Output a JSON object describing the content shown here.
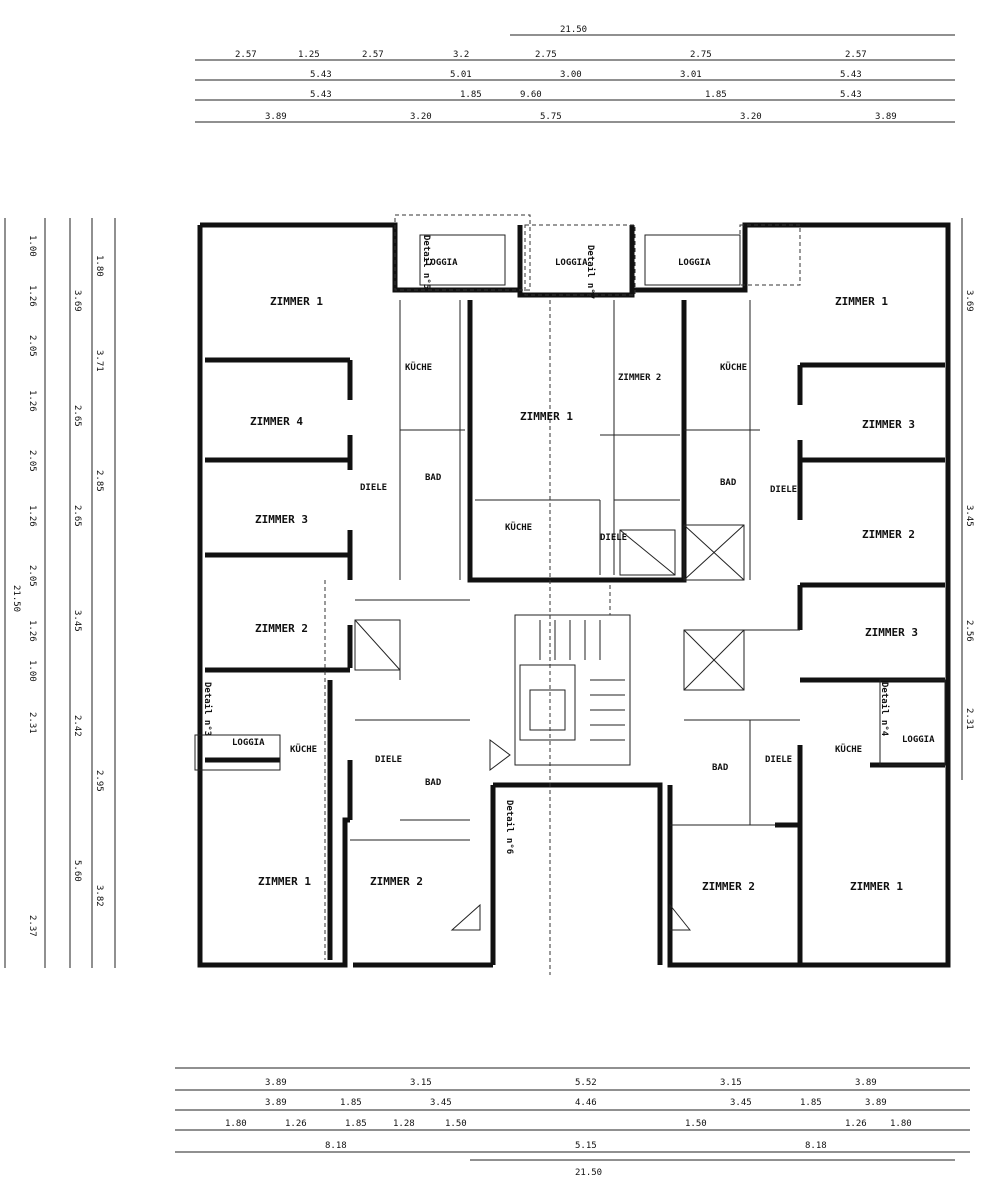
{
  "rooms": {
    "tl_zimmer1": "ZIMMER 1",
    "tl_zimmer4": "ZIMMER 4",
    "tl_zimmer3": "ZIMMER 3",
    "tl_zimmer2": "ZIMMER 2",
    "tl_loggia": "LOGGIA",
    "tl_kuche": "KÜCHE",
    "tl_bad": "BAD",
    "tl_diele": "DIELE",
    "bl_zimmer1": "ZIMMER 1",
    "bl_zimmer2": "ZIMMER 2",
    "bl_loggia": "LOGGIA",
    "bl_kuche": "KÜCHE",
    "bl_diele": "DIELE",
    "bl_bad": "BAD",
    "tc_loggia": "LOGGIA",
    "tc_zimmer1": "ZIMMER 1",
    "tc_zimmer2": "ZIMMER 2",
    "tc_kuche": "KÜCHE",
    "tc_diele": "DIELE",
    "tr_loggia": "LOGGIA",
    "tr_zimmer1": "ZIMMER 1",
    "tr_zimmer3": "ZIMMER 3",
    "tr_zimmer2": "ZIMMER 2",
    "tr_kuche": "KÜCHE",
    "tr_bad": "BAD",
    "tr_diele": "DIELE",
    "br_zimmer3": "ZIMMER 3",
    "br_loggia": "LOGGIA",
    "br_kuche": "KÜCHE",
    "br_diele": "DIELE",
    "br_bad": "BAD",
    "br_zimmer1": "ZIMMER 1",
    "br_zimmer2": "ZIMMER 2"
  },
  "details": {
    "d1": "Detail n°5",
    "d2": "Detail n°7",
    "d3": "Detail n°3",
    "d4": "Detail n°4",
    "d5": "Detail n°6"
  },
  "dimensions": {
    "overall_top": "21.50",
    "overall_bottom": "21.50",
    "overall_left": "21.50",
    "top_row1": [
      "2.57",
      "1.25",
      "2.57",
      "3.2",
      "2.75",
      "2.75",
      "2.57"
    ],
    "top_row2": [
      "5.43",
      "5.01",
      "3.00",
      "3.01",
      "5.43"
    ],
    "top_row3": [
      "5.43",
      "1.85",
      "9.60",
      "1.85",
      "5.43"
    ],
    "top_row4": [
      "3.89",
      "3.20",
      "5.75",
      "3.20",
      "3.89"
    ],
    "bottom_row1": [
      "3.89",
      "3.15",
      "5.52",
      "3.15",
      "3.89"
    ],
    "bottom_row2": [
      "3.89",
      "1.85",
      "3.45",
      "4.46",
      "3.45",
      "1.85",
      "3.89"
    ],
    "bottom_row3": [
      "1.80",
      "1.26",
      "1.85",
      "1.28",
      "1.50",
      "1.50",
      "1.26",
      "1.80"
    ],
    "bottom_row4": [
      "8.18",
      "5.15",
      "8.18"
    ],
    "left_col": [
      "1.00",
      "1.26",
      "2.05",
      "1.26",
      "2.05",
      "1.26",
      "2.05",
      "1.26",
      "1.00",
      "2.31",
      "2.37"
    ],
    "left_col2": [
      "1.80",
      "3.69",
      "3.71",
      "2.65",
      "2.85",
      "2.65",
      "3.45",
      "2.42",
      "2.95",
      "5.60",
      "3.82"
    ],
    "right_col": [
      "3.69",
      "3.45",
      "2.56",
      "2.31"
    ]
  }
}
